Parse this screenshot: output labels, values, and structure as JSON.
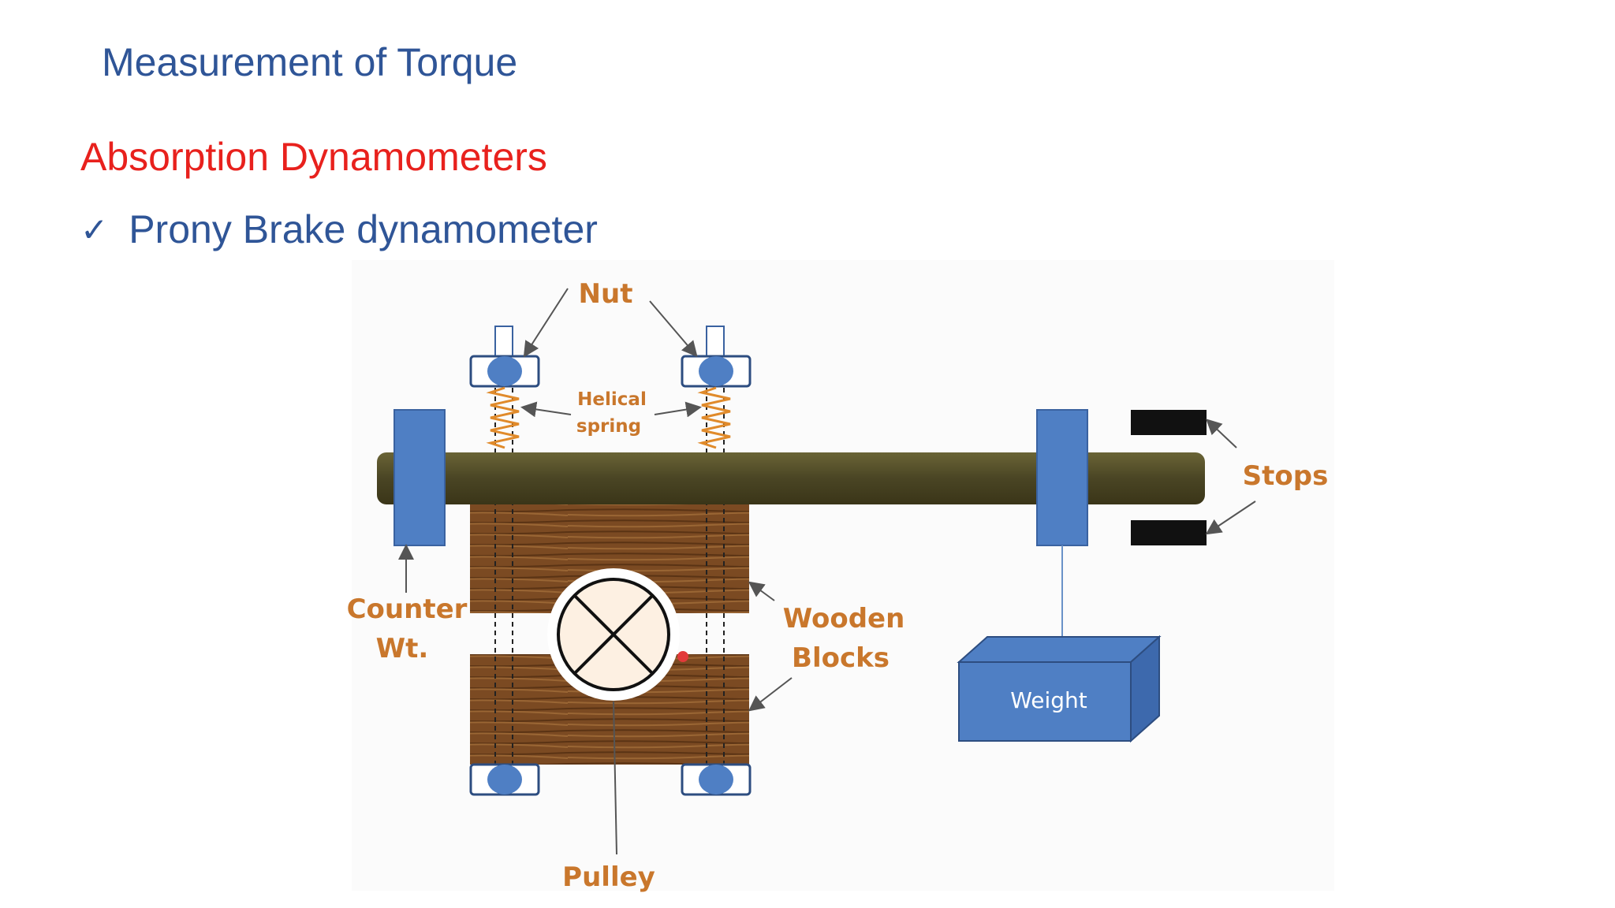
{
  "slide": {
    "title": "Measurement of Torque",
    "subtitle": "Absorption Dynamometers",
    "bullet_mark": "✓",
    "bullet_text": "Prony Brake dynamometer"
  },
  "diagram": {
    "labels": {
      "nut": "Nut",
      "helical_line1": "Helical",
      "helical_line2": "spring",
      "stops": "Stops",
      "counter_line1": "Counter",
      "counter_line2": "Wt.",
      "wooden_line1": "Wooden",
      "wooden_line2": "Blocks",
      "weight": "Weight",
      "pulley": "Pulley"
    },
    "colors": {
      "label": "#c9772c",
      "blue_part": "#4f7fc4",
      "arm": "#4a4524",
      "wood": "#7a4a22",
      "stop": "#111111",
      "spring": "#e08a2a"
    }
  }
}
